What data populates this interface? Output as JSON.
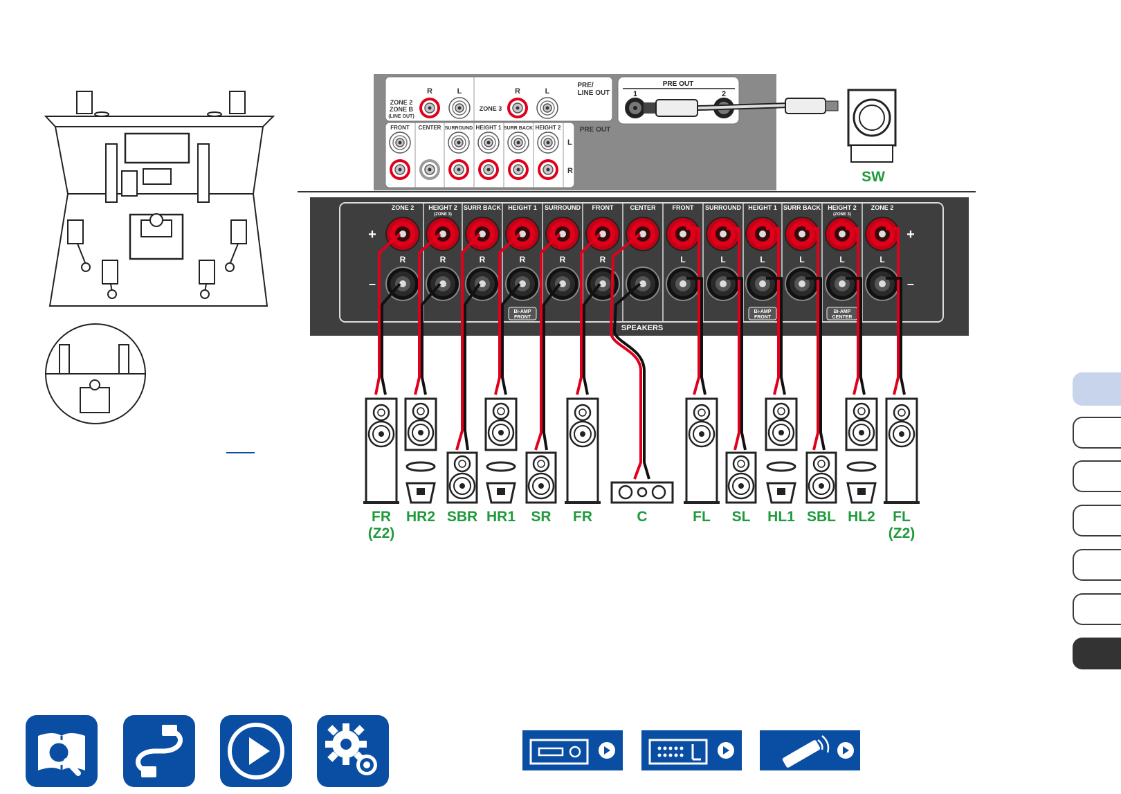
{
  "colors": {
    "accent_green": "#1f9a3c",
    "nav_blue": "#0a4ea3",
    "panel_gray": "#8a8a8a",
    "panel_dark": "#3e3e3e",
    "wire_red": "#e0001b",
    "tab_active": "#c8d3ec",
    "tab_dark": "#333333"
  },
  "preout_panel": {
    "zone2_label": "ZONE 2",
    "zoneb_label": "ZONE B",
    "lineout_label": "(LINE OUT)",
    "zone3_label": "ZONE 3",
    "r_label": "R",
    "l_label": "L",
    "pre_line_out_1": "PRE/",
    "pre_line_out_2": "LINE OUT",
    "pre_out_label": "PRE OUT",
    "bottom_channels": [
      "FRONT",
      "CENTER",
      "SURROUND",
      "HEIGHT 1",
      "SURR BACK",
      "HEIGHT 2"
    ],
    "sub_pre_out_title": "PRE OUT",
    "sub_out_1": "1",
    "sub_out_2": "2"
  },
  "subwoofer": {
    "label": "SW"
  },
  "speaker_panel": {
    "header_right": [
      "ZONE 2",
      "HEIGHT 2",
      "SURR BACK",
      "HEIGHT 1",
      "SURROUND",
      "FRONT"
    ],
    "header_center": "CENTER",
    "header_left": [
      "FRONT",
      "SURROUND",
      "HEIGHT 1",
      "SURR BACK",
      "HEIGHT 2",
      "ZONE 2"
    ],
    "zone3_sub": "(ZONE 3)",
    "plus": "+",
    "minus": "–",
    "r_label": "R",
    "l_label": "L",
    "speakers_label": "SPEAKERS",
    "biamp_label": "Bi-AMP",
    "biamp_front": "FRONT",
    "biamp_center": "CENTER"
  },
  "speaker_labels": [
    "FR",
    "HR2",
    "SBR",
    "HR1",
    "SR",
    "FR",
    "C",
    "FL",
    "SL",
    "HL1",
    "SBL",
    "HL2",
    "FL"
  ],
  "z2_label": "(Z2)",
  "side_tabs": 7,
  "nav_icons": [
    "manual-search-icon",
    "cable-icon",
    "play-icon",
    "settings-gears-icon"
  ],
  "device_buttons": [
    "receiver-front-icon",
    "receiver-rear-icon",
    "remote-control-icon"
  ]
}
